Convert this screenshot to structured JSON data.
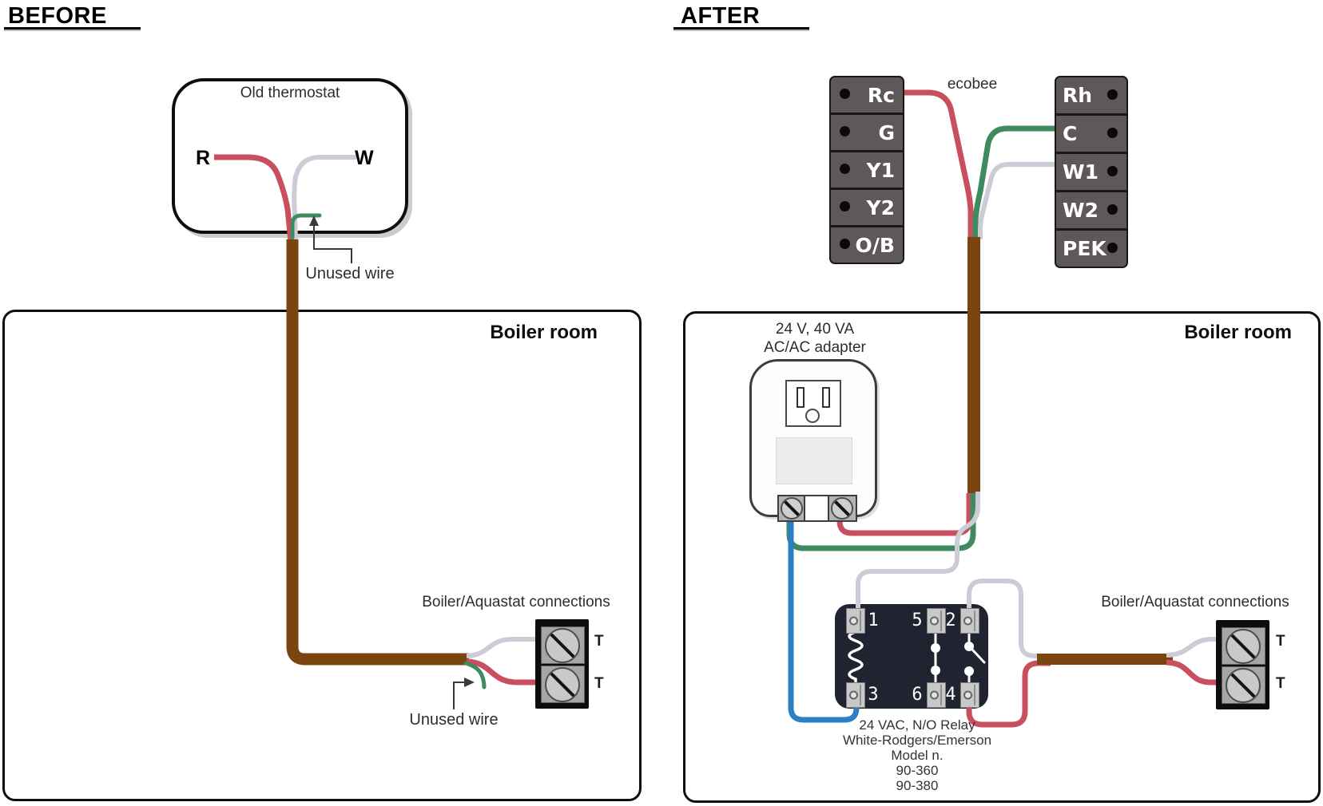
{
  "colors": {
    "red_wire": "#c94f5e",
    "green_wire": "#3f8a5e",
    "gray_wire": "#ccccd6",
    "blue_wire": "#2b7fc4",
    "brown_cable": "#7a450f",
    "terminal_strip_bg": "#5f5858",
    "relay_body_bg": "#1f2430"
  },
  "before": {
    "title": "BEFORE",
    "thermostat": {
      "label": "Old thermostat",
      "left_terminal": "R",
      "right_terminal": "W"
    },
    "unused_wire_top": "Unused wire",
    "boiler_room": {
      "label": "Boiler room",
      "connections_label": "Boiler/Aquastat connections",
      "terminal_top": "T",
      "terminal_bottom": "T",
      "unused_wire": "Unused wire"
    }
  },
  "after": {
    "title": "AFTER",
    "ecobee_label": "ecobee",
    "left_strip": {
      "terminals": [
        "Rc",
        "G",
        "Y1",
        "Y2",
        "O/B"
      ]
    },
    "right_strip": {
      "terminals": [
        "Rh",
        "C",
        "W1",
        "W2",
        "PEK"
      ]
    },
    "adapter": {
      "caption_line1": "24 V, 40 VA",
      "caption_line2": "AC/AC adapter"
    },
    "relay": {
      "pin_labels": {
        "p1": "1",
        "p5": "5",
        "p2": "2",
        "p3": "3",
        "p6": "6",
        "p4": "4"
      },
      "caption_lines": [
        "24 VAC, N/O Relay",
        "White-Rodgers/Emerson",
        "Model n.",
        "90-360",
        "90-380"
      ]
    },
    "boiler_room": {
      "label": "Boiler room",
      "connections_label": "Boiler/Aquastat connections",
      "terminal_top": "T",
      "terminal_bottom": "T"
    }
  }
}
